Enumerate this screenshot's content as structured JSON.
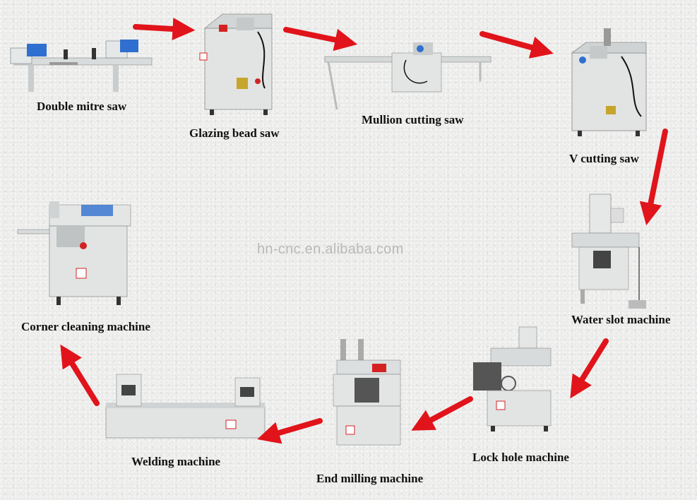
{
  "watermark": "hn-cnc.en.alibaba.com",
  "machines": [
    {
      "label": "Double mitre saw"
    },
    {
      "label": "Glazing bead saw"
    },
    {
      "label": "Mullion cutting saw"
    },
    {
      "label": "V cutting saw"
    },
    {
      "label": "Water slot machine"
    },
    {
      "label": "Lock hole machine"
    },
    {
      "label": "End milling machine"
    },
    {
      "label": "Welding machine"
    },
    {
      "label": "Corner cleaning machine"
    }
  ],
  "colors": {
    "arrow": "#e0141a",
    "machine_body": "#e4e6e5",
    "machine_dark": "#5b6066",
    "accent_blue": "#2f6fd0",
    "accent_red": "#d42222"
  },
  "icons": [
    "arrow-icon"
  ]
}
